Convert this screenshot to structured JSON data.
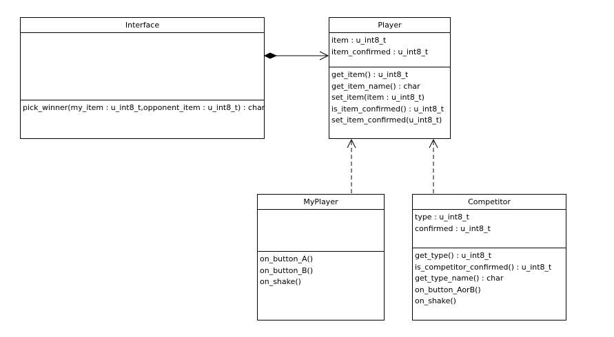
{
  "classes": {
    "interface": {
      "name": "Interface",
      "attributes": [],
      "operations": [
        "pick_winner(my_item : u_int8_t,opponent_item : u_int8_t) : char"
      ]
    },
    "player": {
      "name": "Player",
      "attributes": [
        "item : u_int8_t",
        "item_confirmed : u_int8_t"
      ],
      "operations": [
        "get_item() : u_int8_t",
        "get_item_name() : char",
        "set_item(item : u_int8_t)",
        "is_item_confirmed() : u_int8_t",
        "set_item_confirmed(u_int8_t)"
      ]
    },
    "myplayer": {
      "name": "MyPlayer",
      "attributes": [],
      "operations": [
        "on_button_A()",
        "on_button_B()",
        "on_shake()"
      ]
    },
    "competitor": {
      "name": "Competitor",
      "attributes": [
        "type : u_int8_t",
        "confirmed : u_int8_t"
      ],
      "operations": [
        "get_type() : u_int8_t",
        "is_competitor_confirmed() : u_int8_t",
        "get_type_name() : char",
        "on_button_AorB()",
        "on_shake()"
      ]
    }
  },
  "relationships": [
    {
      "from": "Interface",
      "to": "Player",
      "kind": "composition"
    },
    {
      "from": "MyPlayer",
      "to": "Player",
      "kind": "dependency"
    },
    {
      "from": "Competitor",
      "to": "Player",
      "kind": "dependency"
    }
  ]
}
